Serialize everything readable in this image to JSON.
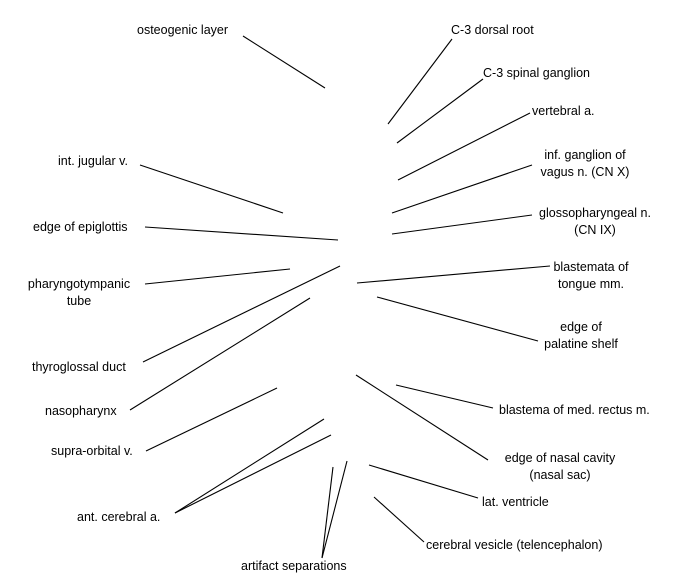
{
  "diagram": {
    "labels": {
      "osteogenic_layer": "osteogenic layer",
      "c3_dorsal_root": "C-3 dorsal root",
      "c3_spinal_ganglion": "C-3 spinal ganglion",
      "vertebral_a": "vertebral a.",
      "inf_ganglion_vagus": [
        "inf. ganglion of",
        "vagus n. (CN X)"
      ],
      "int_jugular_v": "int. jugular v.",
      "glossopharyngeal_n": [
        "glossopharyngeal n.",
        "(CN IX)"
      ],
      "edge_of_epiglottis": "edge of epiglottis",
      "blastemata_tongue": [
        "blastemata of",
        "tongue mm."
      ],
      "pharyngotympanic_tube": [
        "pharyngotympanic",
        "tube"
      ],
      "edge_palatine_shelf": [
        "edge of",
        "palatine shelf"
      ],
      "thyroglossal_duct": "thyroglossal duct",
      "nasopharynx": "nasopharynx",
      "blastema_med_rectus": "blastema of med. rectus m.",
      "supra_orbital_v": "supra-orbital v.",
      "edge_nasal_cavity": [
        "edge of nasal cavity",
        "(nasal sac)"
      ],
      "ant_cerebral_a": "ant. cerebral a.",
      "lat_ventricle": "lat. ventricle",
      "cerebral_vesicle": "cerebral vesicle (telencephalon)",
      "artifact_separations": "artifact separations"
    },
    "line_color": "#000000"
  }
}
